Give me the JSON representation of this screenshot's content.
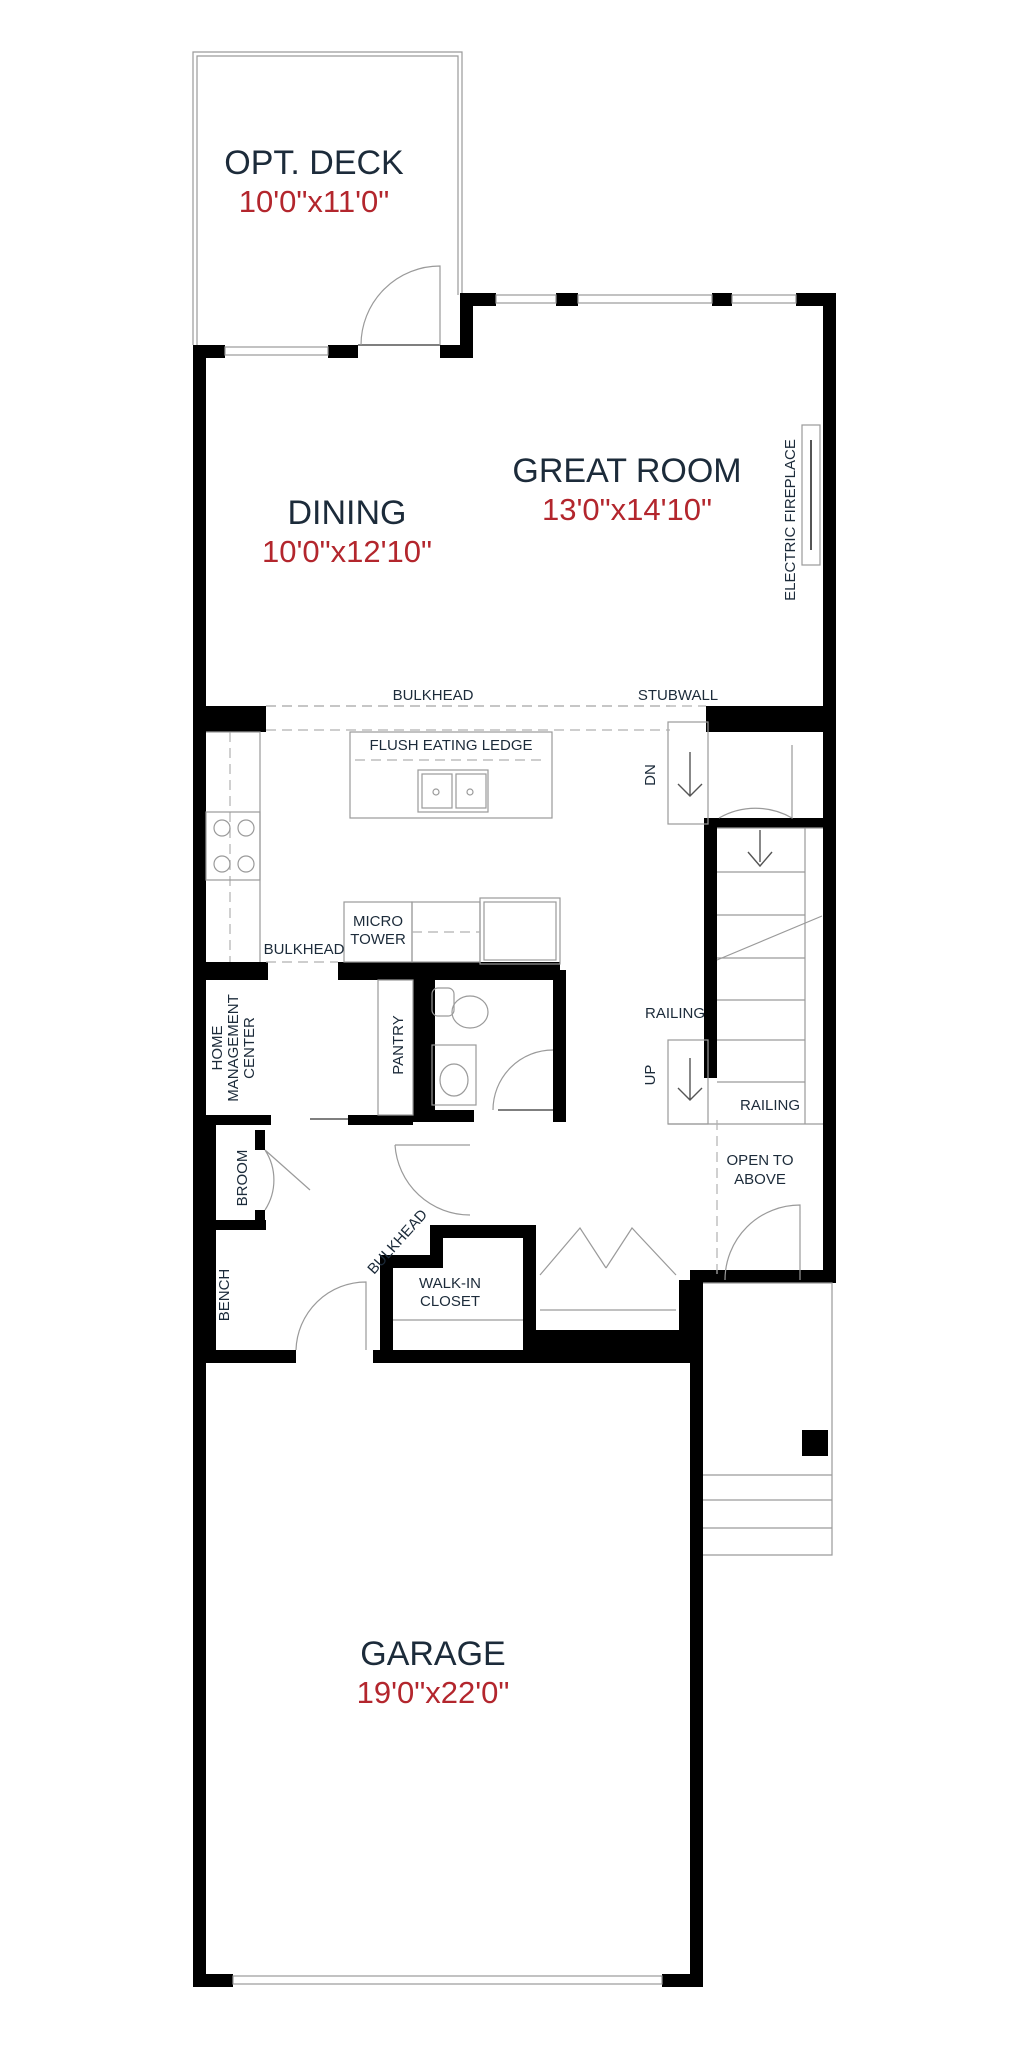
{
  "colors": {
    "wall": "#000000",
    "label_text": "#1c2b3a",
    "dimension_text": "#b3262d",
    "fixture_line": "#9a9a9a"
  },
  "rooms": {
    "deck": {
      "name": "OPT. DECK",
      "dim": "10'0\"x11'0\""
    },
    "great_room": {
      "name": "GREAT ROOM",
      "dim": "13'0\"x14'10\""
    },
    "dining": {
      "name": "DINING",
      "dim": "10'0\"x12'10\""
    },
    "garage": {
      "name": "GARAGE",
      "dim": "19'0\"x22'0\""
    }
  },
  "labels": {
    "electric_fireplace": "ELECTRIC FIREPLACE",
    "bulkhead": "BULKHEAD",
    "stubwall": "STUBWALL",
    "flush_eating_ledge": "FLUSH EATING LEDGE",
    "dn": "DN",
    "up": "UP",
    "micro_tower_line1": "MICRO",
    "micro_tower_line2": "TOWER",
    "home_mgmt_line1": "HOME",
    "home_mgmt_line2": "MANAGEMENT",
    "home_mgmt_line3": "CENTER",
    "pantry": "PANTRY",
    "railing": "RAILING",
    "open_to_above_line1": "OPEN TO",
    "open_to_above_line2": "ABOVE",
    "broom": "BROOM",
    "bench": "BENCH",
    "walk_in_closet_line1": "WALK-IN",
    "walk_in_closet_line2": "CLOSET"
  }
}
